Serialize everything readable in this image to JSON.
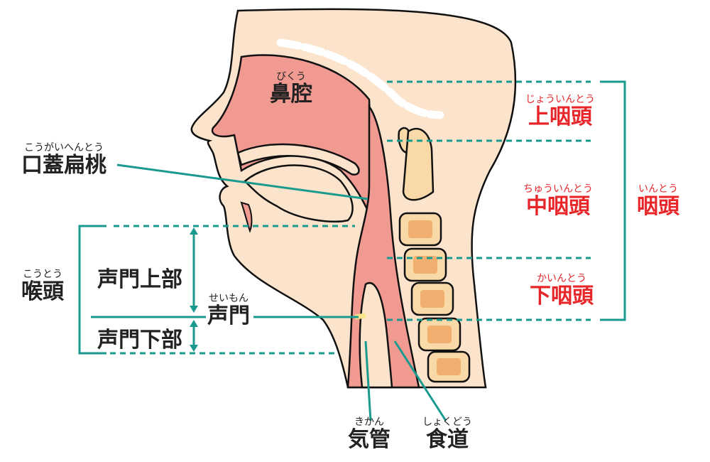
{
  "colors": {
    "teal": "#1a9a8f",
    "red": "#e8262a",
    "skin": "#fbe3cc",
    "mucosa": "#f09a92",
    "bone": "#f9d9a8",
    "bone_core": "#f2b070"
  },
  "labels": {
    "nasal_cavity": {
      "ruby": "びくう",
      "text": "鼻腔"
    },
    "palatine_tonsil": {
      "ruby": "こうがいへんとう",
      "text": "口蓋扁桃"
    },
    "larynx": {
      "ruby": "こうとう",
      "text": "喉頭"
    },
    "supraglottis": {
      "text": "声門上部"
    },
    "subglottis": {
      "text": "声門下部"
    },
    "glottis": {
      "ruby": "せいもん",
      "text": "声門"
    },
    "nasopharynx": {
      "ruby": "じょういんとう",
      "text": "上咽頭"
    },
    "oropharynx": {
      "ruby": "ちゅういんとう",
      "text": "中咽頭"
    },
    "hypopharynx": {
      "ruby": "かいんとう",
      "text": "下咽頭"
    },
    "pharynx": {
      "ruby": "いんとう",
      "text": "咽頭"
    },
    "trachea": {
      "ruby": "きかん",
      "text": "気管"
    },
    "esophagus": {
      "ruby": "しょくどう",
      "text": "食道"
    }
  }
}
